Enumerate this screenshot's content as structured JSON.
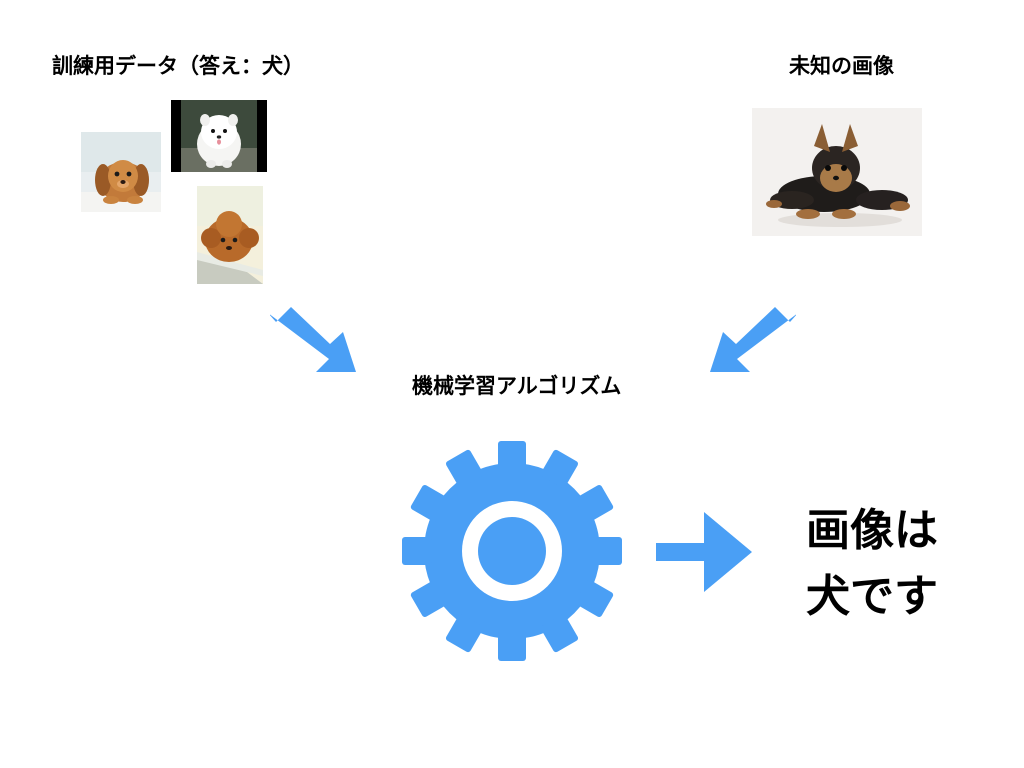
{
  "training": {
    "label": "訓練用データ（答え：犬）",
    "images": [
      {
        "icon": "dachshund-puppy-photo"
      },
      {
        "icon": "pomeranian-puppy-photo"
      },
      {
        "icon": "toy-poodle-puppy-photo"
      }
    ]
  },
  "unknown": {
    "label": "未知の画像",
    "image": {
      "icon": "yorkshire-terrier-puppy-photo"
    }
  },
  "algorithm": {
    "label": "機械学習アルゴリズム",
    "icon": "gear-icon"
  },
  "result": {
    "line1": "画像は",
    "line2": "犬です"
  },
  "colors": {
    "accent": "#4a9ff5",
    "text": "#000000",
    "background": "#ffffff"
  }
}
